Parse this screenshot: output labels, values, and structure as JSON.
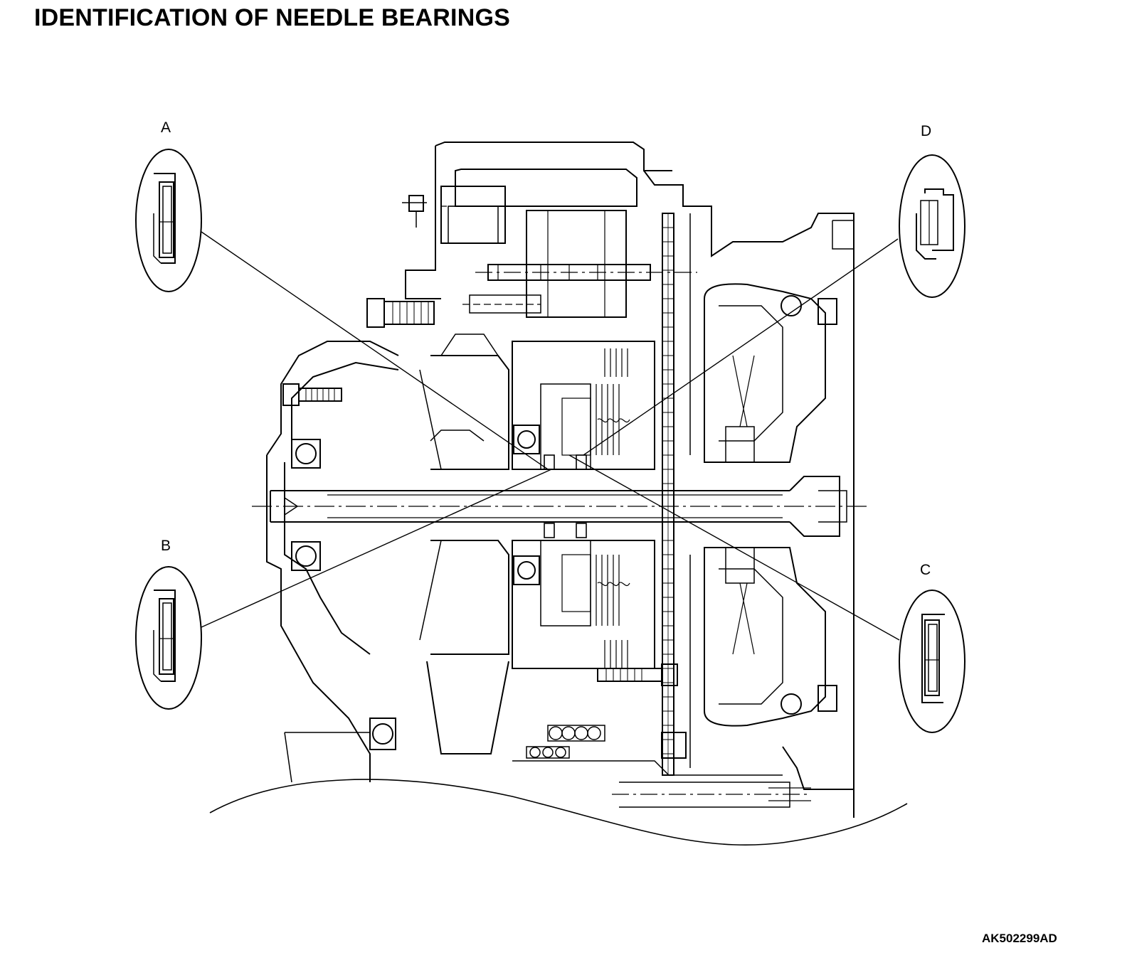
{
  "title": "IDENTIFICATION OF NEEDLE BEARINGS",
  "figure_code": "AK502299AD",
  "callouts": [
    {
      "letter": "A"
    },
    {
      "letter": "B"
    },
    {
      "letter": "C"
    },
    {
      "letter": "D"
    }
  ]
}
